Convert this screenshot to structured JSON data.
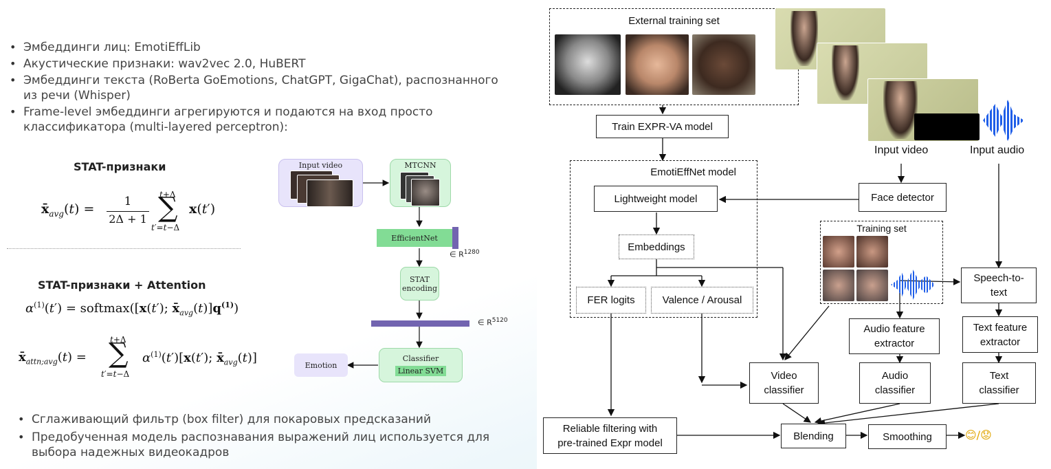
{
  "left": {
    "bullets_top": [
      "Эмбеддинги лиц: EmotiEffLib",
      "Акустические признаки: wav2vec 2.0, HuBERT",
      "Эмбеддинги текста (RoBerta GoEmotions, ChatGPT, GigaChat), распознанного из речи (Whisper)",
      "Frame-level эмбеддинги агрегируются и подаются на вход просто классификатора (multi-layered perceptron):"
    ],
    "stat_header": "STAT-признаки",
    "stat_attn_header": "STAT-признаки + Attention",
    "bullets_bottom": [
      "Сглаживающий фильтр (box filter) для покаровых  предсказаний",
      "Предобученная модель распознавания выражений лиц используется для выбора надежных видеокадров"
    ]
  },
  "mini_diagram": {
    "input_video": "Input video",
    "mtcnn": "MTCNN",
    "efficientnet": "EfficientNet",
    "dim1": "∈ R",
    "dim1_sup": "1280",
    "stat_encoding_1": "STAT",
    "stat_encoding_2": "encoding",
    "dim2": "∈ R",
    "dim2_sup": "5120",
    "classifier": "Classifier",
    "linear_svm": "Linear SVM",
    "emotion": "Emotion"
  },
  "pipeline": {
    "external_training_set": "External training set",
    "train_model": "Train EXPR-VA model",
    "emotieffnet": "EmotiEffNet model",
    "lightweight": "Lightweight model",
    "embeddings": "Embeddings",
    "fer_logits": "FER logits",
    "valence_arousal": "Valence / Arousal",
    "input_video": "Input video",
    "input_audio": "Input audio",
    "face_detector": "Face detector",
    "training_set": "Training set",
    "speech_to_text_1": "Speech-to-",
    "speech_to_text_2": "text",
    "audio_feat_1": "Audio feature",
    "audio_feat_2": "extractor",
    "text_feat_1": "Text feature",
    "text_feat_2": "extractor",
    "video_clf_1": "Video",
    "video_clf_2": "classifier",
    "audio_clf_1": "Audio",
    "audio_clf_2": "classifier",
    "text_clf_1": "Text",
    "text_clf_2": "classifier",
    "reliable_1": "Reliable filtering with",
    "reliable_2": "pre-trained Expr model",
    "blending": "Blending",
    "smoothing": "Smoothing",
    "emoji": "😊/😟"
  }
}
